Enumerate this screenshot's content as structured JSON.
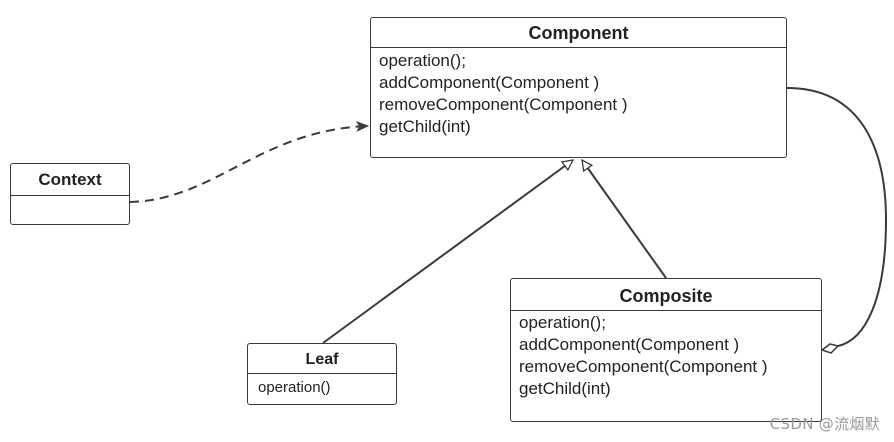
{
  "diagram": {
    "classes": {
      "component": {
        "name": "Component",
        "members": [
          "operation();",
          "addComponent(Component )",
          "removeComponent(Component )",
          "getChild(int)"
        ]
      },
      "context": {
        "name": "Context",
        "members": []
      },
      "leaf": {
        "name": "Leaf",
        "members": [
          "operation()"
        ]
      },
      "composite": {
        "name": "Composite",
        "members": [
          "operation();",
          "addComponent(Component )",
          "removeComponent(Component )",
          "getChild(int)"
        ]
      }
    },
    "relations": [
      {
        "type": "dependency",
        "from": "Context",
        "to": "Component"
      },
      {
        "type": "generalization",
        "from": "Leaf",
        "to": "Component"
      },
      {
        "type": "generalization",
        "from": "Composite",
        "to": "Component"
      },
      {
        "type": "aggregation",
        "from": "Composite",
        "to": "Component"
      }
    ],
    "line_color": "#3a3a3a"
  },
  "watermark": "CSDN @流烟默"
}
